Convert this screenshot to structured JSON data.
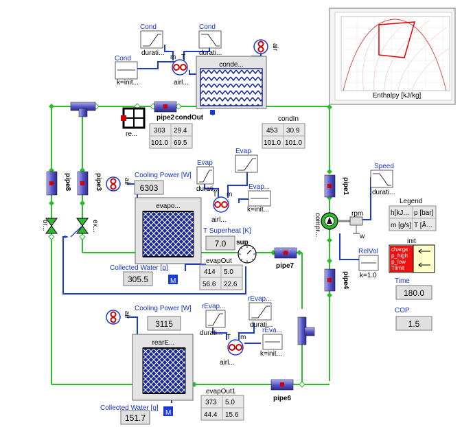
{
  "components": {
    "cond1": "Cond",
    "cond2": "Cond",
    "cond3": "Cond",
    "cond_k": "k=init...",
    "cond_dur1": "durati...",
    "cond_dur2": "durati...",
    "airl_top": "airl...",
    "air_top": "air",
    "condenser": "conde...",
    "pipe2": "pipe2",
    "condOut": "condOut",
    "condIn": "condIn",
    "re": "re...",
    "pipe8": "pipe8",
    "pipe3": "pipe3",
    "or": "or...",
    "ex": "ex...",
    "pipe1": "pipe1",
    "compr": "compr...",
    "rpm": "rpm",
    "w": "w",
    "speed": "Speed",
    "speed_dur": "durati...",
    "relvol": "RelVol",
    "relvol_k": "k=1.0",
    "pipe4": "pipe4",
    "pipe7": "pipe7",
    "pipe6": "pipe6",
    "evap1": "Evap",
    "evap2": "Evap",
    "evap3": "Evap...",
    "evap_dur": "durati...",
    "evap_k": "k=init...",
    "airl_mid": "airl...",
    "air_mid": "air",
    "evaporator": "evapo...",
    "evapOut": "evapOut",
    "sup": "sup",
    "revap1": "rEvap...",
    "revap2": "rEvap...",
    "revap3": "rEva...",
    "revap_dur1": "durati...",
    "revap_dur2": "durati...",
    "revap_k": "k=init...",
    "airl_bot": "airl...",
    "air_bot": "air",
    "rear_evap": "rearE...",
    "evapOut1": "evapOut1",
    "init": "init",
    "T": "T",
    "m": "m"
  },
  "readouts": {
    "cooling_power_label_1": "Cooling Power [W]",
    "cooling_power_value_1": "6303",
    "cooling_power_label_2": "Cooling Power [W]",
    "cooling_power_value_2": "3115",
    "superheat_label": "T Superheat [K]",
    "superheat_value": "7.0",
    "collected_water_label_1": "Collected Water [g]",
    "collected_water_value_1": "305.5",
    "collected_water_label_2": "Collected Water [g]",
    "collected_water_value_2": "151.7",
    "time_label": "Time",
    "time_value": "180.0",
    "cop_label": "COP",
    "cop_value": "1.5"
  },
  "tables": {
    "condOut": [
      "303",
      "29.4",
      "101.0",
      "69.5"
    ],
    "condIn": [
      "453",
      "30.9",
      "101.0",
      "101.0"
    ],
    "evapOut": [
      "414",
      "5.0",
      "56.6",
      "22.6"
    ],
    "evapOut1": [
      "373",
      "5.0",
      "44.4",
      "15.6"
    ]
  },
  "legend": {
    "title": "Legend",
    "cells": [
      "h[kJ...",
      "p [bar]",
      "m [g/s]",
      "T [Â..."
    ]
  },
  "init_panel": {
    "lines": [
      "charge",
      "p_high",
      "p_low",
      "Tlimit"
    ]
  },
  "chart_inset": {
    "xlabel": "Enthalpy [kJ/kg]"
  },
  "colors": {
    "pipe_green": "#2dbb2d",
    "signal_blue": "#1a3ad8",
    "pipe_fill": "#6666cc",
    "red_dot": "#cc0000"
  }
}
